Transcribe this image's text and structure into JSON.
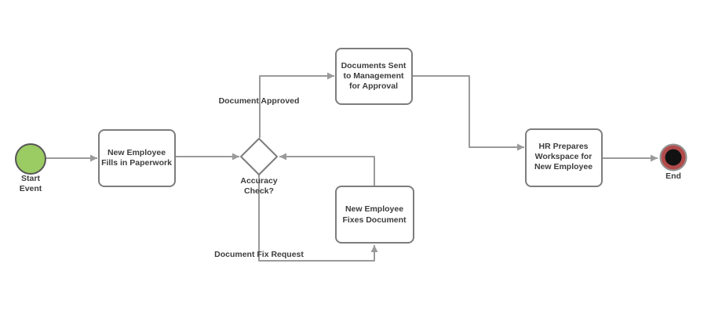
{
  "colors": {
    "background": "#ffffff",
    "connector": "#9a9a9a",
    "node_border": "#7d7d7d",
    "node_fill": "#ffffff",
    "text": "#3d3d3d",
    "start_event_fill": "#9bcb63",
    "start_event_border": "#565656",
    "end_event_outer_ring": "#8f8f8f",
    "end_event_inner_ring": "#b14b4b",
    "end_event_fill": "#111111"
  },
  "nodes": {
    "start_event": {
      "type": "start-event",
      "label": [
        "Start",
        "Event"
      ]
    },
    "fills_paperwork": {
      "type": "task",
      "label": [
        "New Employee",
        "Fills in Paperwork"
      ]
    },
    "accuracy_check": {
      "type": "gateway",
      "label": [
        "Accuracy",
        "Check?"
      ]
    },
    "documents_sent": {
      "type": "task",
      "label": [
        "Documents Sent",
        "to Management",
        "for Approval"
      ]
    },
    "hr_prepares": {
      "type": "task",
      "label": [
        "HR Prepares",
        "Workspace for",
        "New Employee"
      ]
    },
    "fixes_document": {
      "type": "task",
      "label": [
        "New Employee",
        "Fixes Document"
      ]
    },
    "end_event": {
      "type": "end-event",
      "label": [
        "End"
      ]
    }
  },
  "edges": {
    "start_to_fills_paperwork": {
      "from": "start_event",
      "to": "fills_paperwork",
      "label": ""
    },
    "fills_paperwork_to_accuracy_check": {
      "from": "fills_paperwork",
      "to": "accuracy_check",
      "label": ""
    },
    "accuracy_check_to_documents_sent": {
      "from": "accuracy_check",
      "to": "documents_sent",
      "label": "Document Approved"
    },
    "documents_sent_to_hr_prepares": {
      "from": "documents_sent",
      "to": "hr_prepares",
      "label": ""
    },
    "hr_prepares_to_end": {
      "from": "hr_prepares",
      "to": "end_event",
      "label": ""
    },
    "accuracy_check_to_fixes_document": {
      "from": "accuracy_check",
      "to": "fixes_document",
      "label": "Document Fix Request"
    },
    "fixes_document_to_accuracy_check": {
      "from": "fixes_document",
      "to": "accuracy_check",
      "label": ""
    }
  }
}
